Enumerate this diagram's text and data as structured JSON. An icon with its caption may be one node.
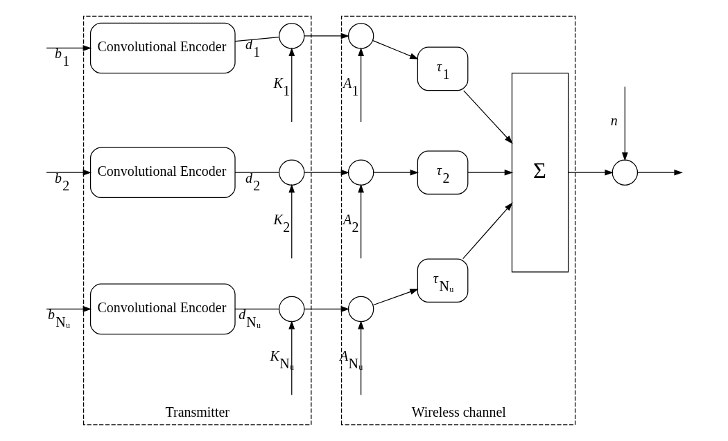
{
  "diagram": {
    "nodes": [
      {
        "text": [
          "Transmitter"
        ]
      },
      {
        "text": [
          "Wireless channel"
        ]
      },
      {
        "text": [
          "Convolutional Encoder"
        ],
        "in": 0
      },
      {
        "text": [
          "Convolutional Encoder"
        ],
        "in": 0
      },
      {
        "text": [
          "Convolutional Encoder"
        ],
        "in": 0
      },
      {
        "text": [],
        "shape": "circle",
        "in": 0
      },
      {
        "text": [],
        "shape": "circle",
        "in": 0
      },
      {
        "text": [],
        "shape": "circle",
        "in": 0
      },
      {
        "text": [],
        "shape": "circle",
        "in": 1
      },
      {
        "text": [],
        "shape": "circle",
        "in": 1
      },
      {
        "text": [],
        "shape": "circle",
        "in": 1
      },
      {
        "text": [
          "*τ*$_{1}$"
        ],
        "in": 1
      },
      {
        "text": [
          "*τ*$_{2}$"
        ],
        "in": 1
      },
      {
        "text": [
          "*τ*$_{Nᵤ}$"
        ],
        "in": 1
      },
      {
        "text": [
          "Σ"
        ],
        "in": 1
      },
      {
        "text": [],
        "shape": "circle"
      }
    ],
    "edges": [
      {
        "from": null,
        "to": 2,
        "arrow": "to",
        "label": "*b*$_{1}$"
      },
      {
        "from": null,
        "to": 3,
        "arrow": "to",
        "label": "*b*$_{2}$"
      },
      {
        "from": null,
        "to": 4,
        "arrow": "to",
        "label": "*b*$_{Nᵤ}$"
      },
      {
        "from": 2,
        "to": 5,
        "arrow": "none",
        "label": "*d*$_{1}$"
      },
      {
        "from": 3,
        "to": 6,
        "arrow": "none",
        "label": "*d*$_{2}$"
      },
      {
        "from": 4,
        "to": 7,
        "arrow": "none",
        "label": "*d*$_{Nᵤ}$"
      },
      {
        "from": null,
        "to": 5,
        "arrow": "to",
        "label": "*K*$_{1}$"
      },
      {
        "from": null,
        "to": 6,
        "arrow": "to",
        "label": "*K*$_{2}$"
      },
      {
        "from": null,
        "to": 7,
        "arrow": "to",
        "label": "*K*$_{Nᵤ}$"
      },
      {
        "from": 5,
        "to": 8,
        "arrow": "to"
      },
      {
        "from": 6,
        "to": 9,
        "arrow": "to"
      },
      {
        "from": 7,
        "to": 10,
        "arrow": "to"
      },
      {
        "from": null,
        "to": 8,
        "arrow": "to",
        "label": "*A*$_{1}$"
      },
      {
        "from": null,
        "to": 9,
        "arrow": "to",
        "label": "*A*$_{2}$"
      },
      {
        "from": null,
        "to": 10,
        "arrow": "to",
        "label": "*A*$_{Nᵤ}$"
      },
      {
        "from": 8,
        "to": 11,
        "arrow": "to"
      },
      {
        "from": 9,
        "to": 12,
        "arrow": "to"
      },
      {
        "from": 10,
        "to": 13,
        "arrow": "to"
      },
      {
        "from": 11,
        "to": 14,
        "arrow": "to"
      },
      {
        "from": 12,
        "to": 14,
        "arrow": "to"
      },
      {
        "from": 13,
        "to": 14,
        "arrow": "to"
      },
      {
        "from": 14,
        "to": 15,
        "arrow": "to"
      },
      {
        "from": null,
        "to": 15,
        "arrow": "to",
        "label": "*n*"
      },
      {
        "from": 15,
        "to": null,
        "arrow": "to"
      }
    ]
  }
}
